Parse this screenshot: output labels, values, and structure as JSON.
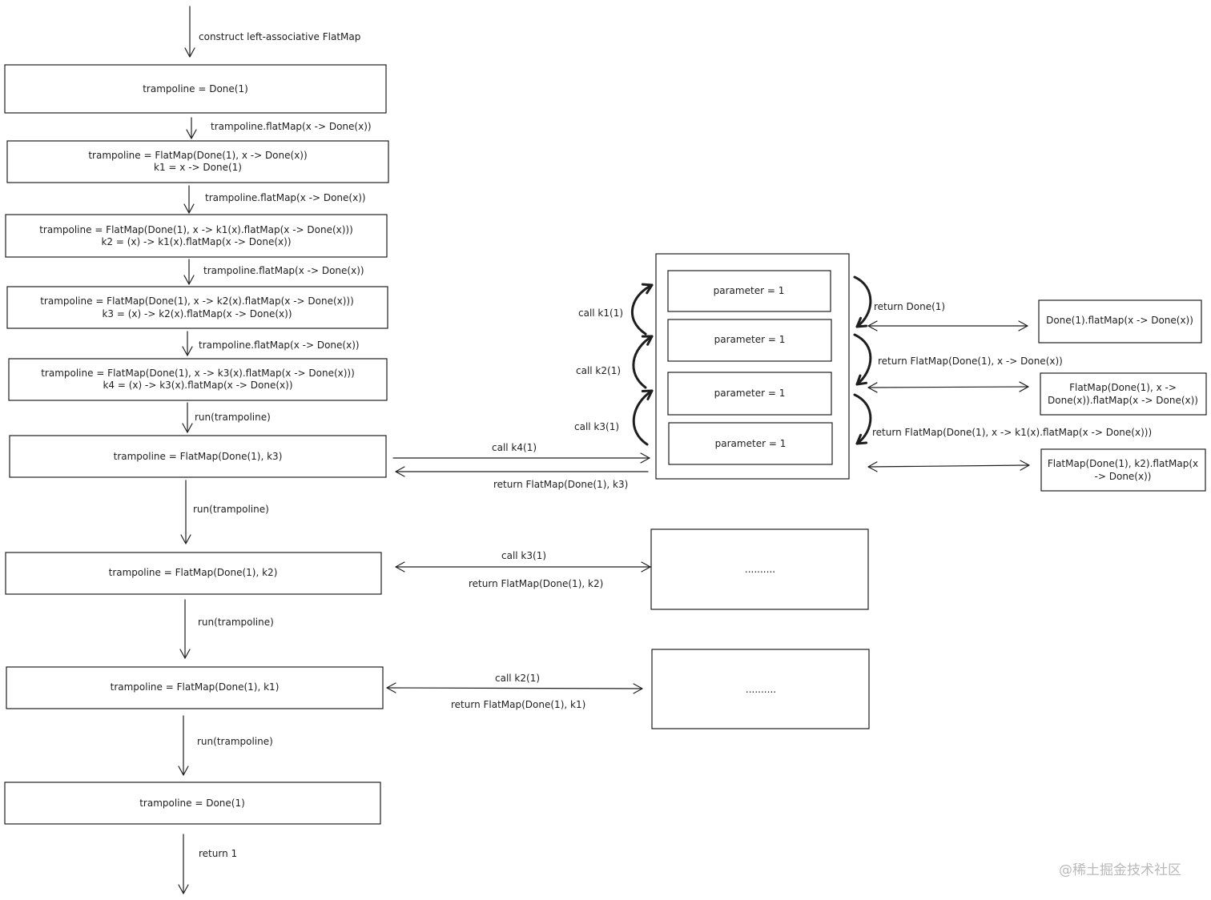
{
  "diagram": {
    "boxes": {
      "b1": [
        "trampoline = Done(1)"
      ],
      "b2": [
        "trampoline = FlatMap(Done(1), x -> Done(x))",
        "k1 = x -> Done(1)"
      ],
      "b3": [
        "trampoline = FlatMap(Done(1), x -> k1(x).flatMap(x -> Done(x)))",
        "k2 = (x) -> k1(x).flatMap(x -> Done(x))"
      ],
      "b4": [
        "trampoline = FlatMap(Done(1), x -> k2(x).flatMap(x -> Done(x)))",
        "k3 = (x) -> k2(x).flatMap(x -> Done(x))"
      ],
      "b5": [
        "trampoline = FlatMap(Done(1), x -> k3(x).flatMap(x -> Done(x)))",
        "k4 = (x) -> k3(x).flatMap(x -> Done(x))"
      ],
      "b6": [
        "trampoline = FlatMap(Done(1), k3)"
      ],
      "b7": [
        "trampoline = FlatMap(Done(1), k2)"
      ],
      "b8": [
        "trampoline = FlatMap(Done(1), k1)"
      ],
      "b9": [
        "trampoline = Done(1)"
      ],
      "p1": [
        "parameter = 1"
      ],
      "p2": [
        "parameter = 1"
      ],
      "p3": [
        "parameter = 1"
      ],
      "p4": [
        "parameter = 1"
      ],
      "r1": [
        "Done(1).flatMap(x -> Done(x))"
      ],
      "r2": [
        "FlatMap(Done(1), x ->",
        "Done(x)).flatMap(x -> Done(x))"
      ],
      "r3": [
        "FlatMap(Done(1), k2).flatMap(x",
        "-> Done(x))"
      ],
      "dots1": [
        ".........."
      ],
      "dots2": [
        ".........."
      ]
    },
    "labels": {
      "construct": "construct left-associative FlatMap",
      "fm1": "trampoline.flatMap(x -> Done(x))",
      "fm2": "trampoline.flatMap(x -> Done(x))",
      "fm3": "trampoline.flatMap(x -> Done(x))",
      "fm4": "trampoline.flatMap(x -> Done(x))",
      "run1": "run(trampoline)",
      "run2": "run(trampoline)",
      "run3": "run(trampoline)",
      "run4": "run(trampoline)",
      "ret1": "return 1",
      "callk4": "call k4(1)",
      "retk3": "return FlatMap(Done(1), k3)",
      "callk3b": "call k3(1)",
      "retk2": "return FlatMap(Done(1), k2)",
      "callk2b": "call k2(1)",
      "retk1": "return FlatMap(Done(1), k1)",
      "callk1": "call k1(1)",
      "callk2": "call k2(1)",
      "callk3": "call k3(1)",
      "retDone": "return Done(1)",
      "retFM1": "return FlatMap(Done(1), x -> Done(x))",
      "retFM2": "return FlatMap(Done(1), x -> k1(x).flatMap(x -> Done(x)))"
    },
    "watermark": "@稀土掘金技术社区"
  },
  "colors": {
    "stroke": "#1e1e1e",
    "background": "#ffffff",
    "watermark": "#b9b9b9"
  }
}
